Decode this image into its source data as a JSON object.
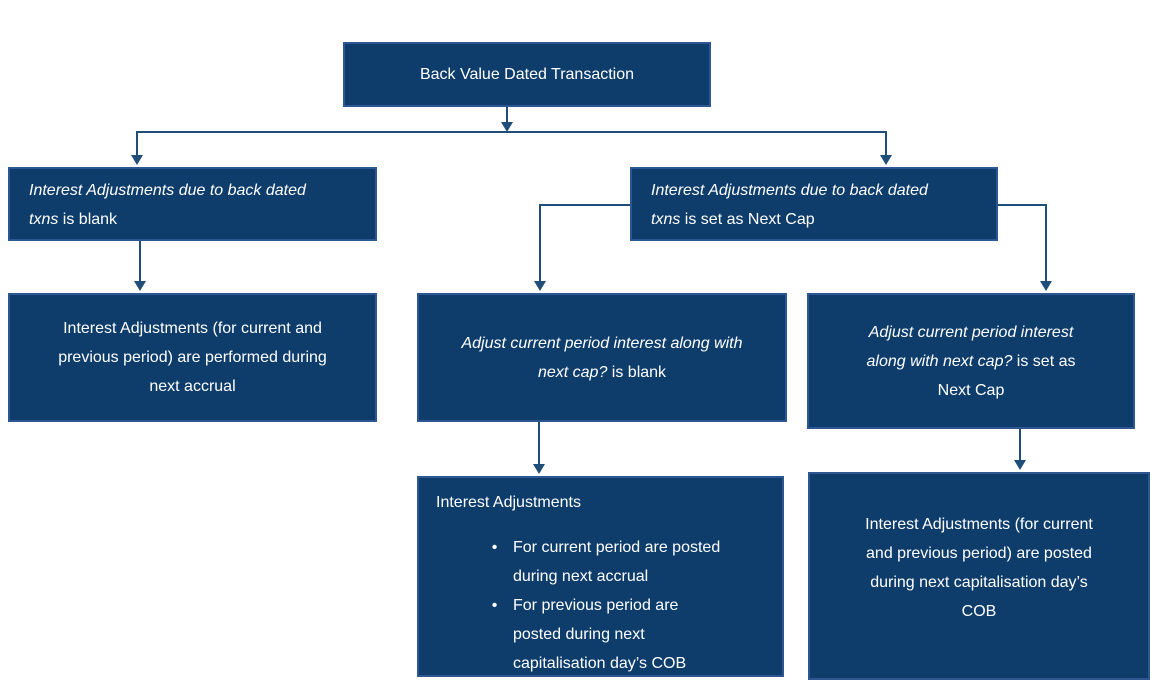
{
  "diagram": {
    "type": "flowchart",
    "bullet_glyph": "•",
    "colors": {
      "box_fill": "#0e3d6c",
      "box_border": "#2e5693",
      "connector": "#1f4e79",
      "text": "#ffffff",
      "background": "#ffffff"
    },
    "nodes": {
      "root": {
        "label": "Back Value Dated Transaction"
      },
      "branch_left": {
        "field": "Interest Adjustments due to back dated txns",
        "rest": " is blank"
      },
      "branch_right": {
        "field": "Interest Adjustments due to back dated txns",
        "rest": " is set as Next Cap"
      },
      "outcome_left": {
        "label": "Interest Adjustments (for current and previous period) are performed during next accrual"
      },
      "condition_middle": {
        "field": "Adjust current period interest along with next cap?",
        "rest": " is blank"
      },
      "condition_right": {
        "field": "Adjust current period interest along with next cap?",
        "rest": " is set as Next Cap"
      },
      "outcome_middle": {
        "heading": "Interest Adjustments",
        "bullets": [
          "For current period are posted during next accrual",
          "For previous period are posted during next capitalisation day’s COB"
        ]
      },
      "outcome_right": {
        "label": "Interest Adjustments (for current and previous period) are posted during next capitalisation day’s COB"
      }
    }
  }
}
